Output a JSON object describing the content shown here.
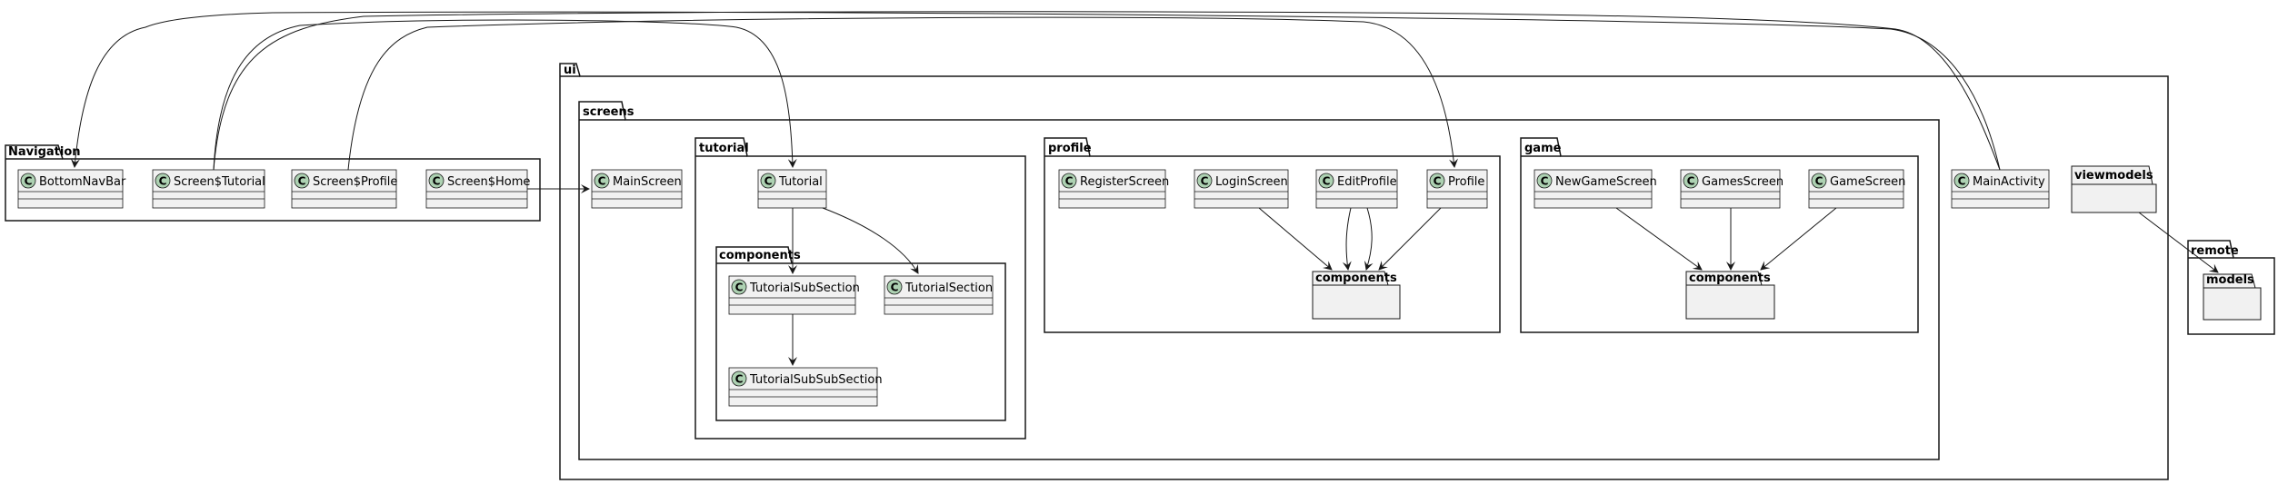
{
  "colors": {
    "class_fill": "#F1F1F1",
    "class_stroke": "#181818",
    "circle_fill": "#ADD1B2",
    "line": "#181818",
    "background": "#FFFFFF"
  },
  "class_marker": "C",
  "packages": {
    "navigation": "Navigation",
    "ui": "ui",
    "screens": "screens",
    "tutorial": "tutorial",
    "tutorial_components": "components",
    "profile": "profile",
    "profile_components": "components",
    "game": "game",
    "game_components": "components",
    "viewmodels": "viewmodels",
    "remote": "remote",
    "models": "models"
  },
  "classes": {
    "bottom_nav_bar": "BottomNavBar",
    "screen_tutorial": "Screen$Tutorial",
    "screen_profile": "Screen$Profile",
    "screen_home": "Screen$Home",
    "main_screen": "MainScreen",
    "tutorial": "Tutorial",
    "tutorial_sub_section": "TutorialSubSection",
    "tutorial_section": "TutorialSection",
    "tutorial_sub_sub_section": "TutorialSubSubSection",
    "register_screen": "RegisterScreen",
    "login_screen": "LoginScreen",
    "edit_profile": "EditProfile",
    "profile": "Profile",
    "new_game_screen": "NewGameScreen",
    "games_screen": "GamesScreen",
    "game_screen": "GameScreen",
    "main_activity": "MainActivity"
  }
}
